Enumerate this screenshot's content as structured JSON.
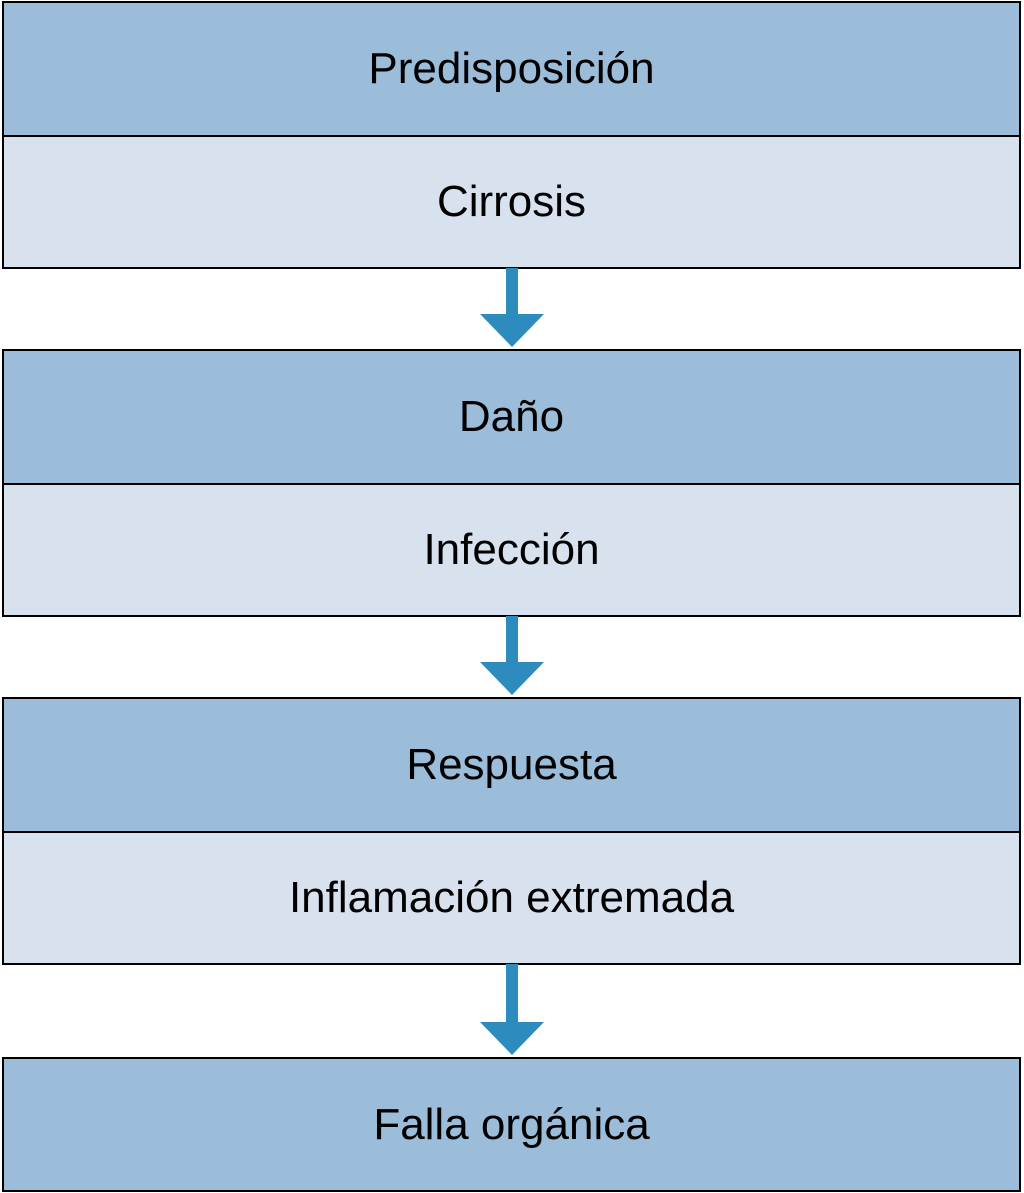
{
  "colors": {
    "header_fill": "#9bbdda",
    "sub_fill": "#d8e2ef",
    "arrow": "#2e8bbd",
    "border": "#000000"
  },
  "steps": [
    {
      "header": "Predisposición",
      "detail": "Cirrosis"
    },
    {
      "header": "Daño",
      "detail": "Infección"
    },
    {
      "header": "Respuesta",
      "detail": "Inflamación extremada"
    },
    {
      "header": "Falla orgánica"
    }
  ]
}
